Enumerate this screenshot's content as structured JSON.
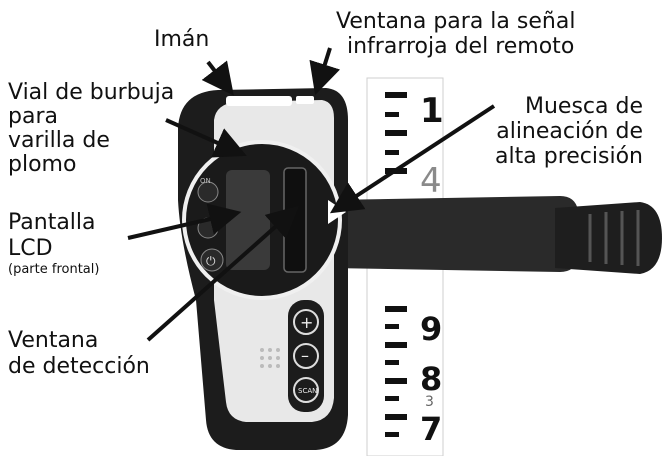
{
  "colors": {
    "ink": "#111111",
    "device_body": "#1c1c1c",
    "device_panel": "#e8e8e8",
    "staff": "#ffffff",
    "probe": "#222222"
  },
  "labels": {
    "iman": "Imán",
    "ventana_senal": [
      "Ventana para la señal",
      "infrarroja del remoto"
    ],
    "vial": [
      "Vial de burbuja",
      "para",
      "varilla de",
      "plomo"
    ],
    "muesca": [
      "Muesca de",
      "alineación de",
      "alta precisión"
    ],
    "pantalla": [
      "Pantalla",
      "LCD"
    ],
    "pantalla_note": "(parte frontal)",
    "ventana_deteccion": [
      "Ventana",
      "de detección"
    ]
  },
  "rod_numbers": {
    "one": "1",
    "four": "4",
    "nine": "9",
    "eight": "8",
    "three": "3",
    "seven": "7"
  },
  "device_text": {
    "button_on": "ON",
    "button_scan": "SCAN"
  }
}
